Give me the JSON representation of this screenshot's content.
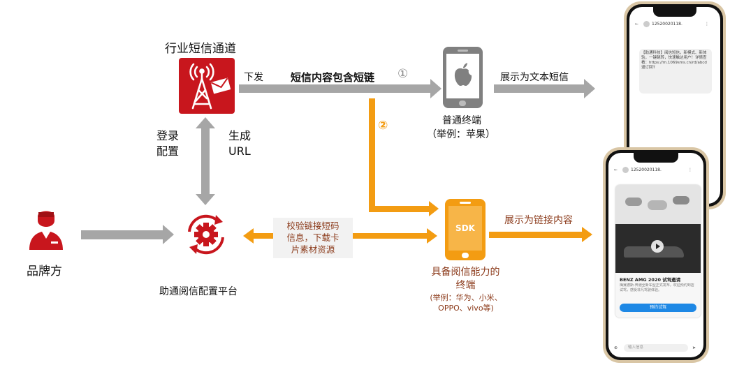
{
  "channel": {
    "title": "行业短信通道"
  },
  "arrows": {
    "send_label": "下发",
    "content_label": "短信内容包含短链",
    "step1": "①",
    "step2": "②",
    "login_label": "登录\n配置",
    "generate_label": "生成\nURL",
    "verify_label": "校验链接短码\n信息，下载卡\n片素材资源"
  },
  "iphone": {
    "label": "普通终端",
    "example": "（举例：苹果）",
    "result": "展示为文本短信"
  },
  "sdk": {
    "icon_text": "SDK",
    "label": "具备阅信能力的\n终端",
    "example": "(举例：华为、小米、\nOPPO、vivo等)",
    "result": "展示为链接内容"
  },
  "brand": {
    "label": "品牌方"
  },
  "platform": {
    "label": "助通阅信配置平台"
  },
  "phone_top": {
    "number": "12520020118.",
    "sms_text": "【助通科技】阅信短信，新模式、新体验，一键跳转，快速触达用户！详情查看：https://m.1069sms.cn/rd/abcd 退订回T"
  },
  "phone_bottom": {
    "number": "12520020118.",
    "card_title": "BENZ AMG 2020 试驾邀请",
    "card_desc": "梅赛德斯-奔驰全新车型正式发布，欢迎预约到店试驾，感受非凡驾驶体验。",
    "card_button": "预约试驾",
    "input_placeholder": "输入信息"
  },
  "colors": {
    "red": "#c8161d",
    "orange": "#f39c12",
    "gray": "#a6a6a6",
    "brown": "#8b3a1a"
  }
}
